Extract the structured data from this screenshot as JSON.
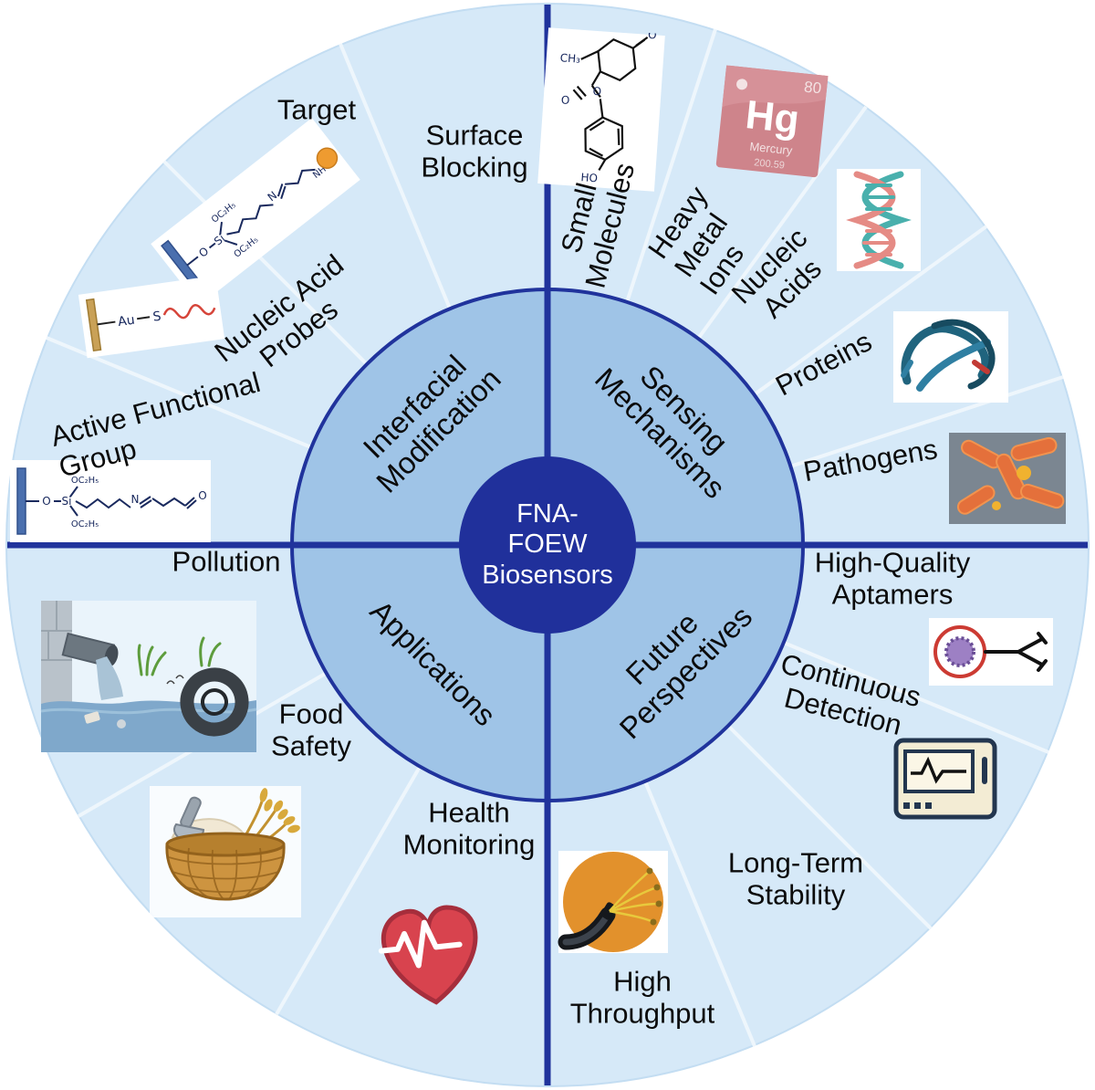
{
  "figure": {
    "center": {
      "line1": "FNA-",
      "line2": "FOEW",
      "line3": "Biosensors"
    }
  },
  "quadrants": {
    "interfacial_modification": {
      "line1": "Interfacial",
      "line2": "Modification"
    },
    "sensing_mechanisms": {
      "line1": "Sensing",
      "line2": "Mechanisms"
    },
    "applications": {
      "line1": "Applications"
    },
    "future_perspectives": {
      "line1": "Future",
      "line2": "Perspectives"
    }
  },
  "segments": {
    "target": {
      "line1": "Target"
    },
    "surface_blocking": {
      "line1": "Surface",
      "line2": "Blocking"
    },
    "nucleic_acid_probes": {
      "line1": "Nucleic Acid",
      "line2": "Probes"
    },
    "active_functional_group": {
      "line1": "Active Functional",
      "line2": "Group"
    },
    "small_molecules": {
      "line1": "Small",
      "line2": "Molecules"
    },
    "heavy_metal_ions": {
      "line1": "Heavy",
      "line2": "Metal",
      "line3": "Ions"
    },
    "nucleic_acids": {
      "line1": "Nucleic",
      "line2": "Acids"
    },
    "proteins": {
      "line1": "Proteins"
    },
    "pathogens": {
      "line1": "Pathogens"
    },
    "high_quality_aptamers": {
      "line1": "High-Quality",
      "line2": "Aptamers"
    },
    "continuous_detection": {
      "line1": "Continuous",
      "line2": "Detection"
    },
    "long_term_stability": {
      "line1": "Long-Term",
      "line2": "Stability"
    },
    "high_throughput": {
      "line1": "High",
      "line2": "Throughput"
    },
    "health_monitoring": {
      "line1": "Health",
      "line2": "Monitoring"
    },
    "food_safety": {
      "line1": "Food",
      "line2": "Safety"
    },
    "pollution": {
      "line1": "Pollution"
    }
  },
  "icons": {
    "mercury_element": {
      "symbol": "Hg",
      "atomic_number": "80",
      "name": "Mercury",
      "mass": "200.59"
    },
    "probe_structure": {
      "electrode": "Au",
      "linker": "S"
    },
    "target_structure": {
      "o": "O",
      "si": "Si",
      "oc2h5_top": "OC₂H₅",
      "oc2h5_mid": "OC₂H₅",
      "n": "N",
      "nh": "NH"
    },
    "afg_structure": {
      "o": "O",
      "si": "Si",
      "oc2h5_top": "OC₂H₅",
      "oc2h5_bottom": "OC₂H₅",
      "n": "N",
      "o_end": "O"
    },
    "small_molecule_structure": {
      "o_ketone": "O",
      "ch3": "CH₃",
      "o_ester": "O",
      "o_carbonyl": "O",
      "ho": "HO"
    }
  },
  "colors": {
    "outer_ring": "#d6e9f8",
    "inner_ring": "#9fc4e7",
    "center_circle": "#20309b",
    "divider": "#20339c",
    "text": "#000000"
  }
}
